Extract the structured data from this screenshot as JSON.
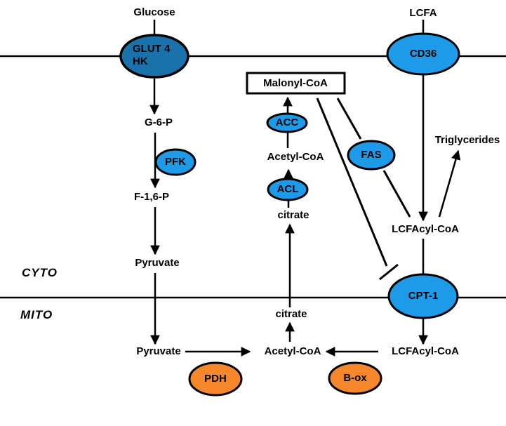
{
  "colors": {
    "blue": "#1E9BE8",
    "dark_blue": "#1A72AC",
    "orange": "#F6882B",
    "box_fill": "#FFFFFF"
  },
  "compartments": {
    "cyto": "CYTO",
    "mito": "MITO"
  },
  "metabolites": {
    "glucose": "Glucose",
    "lcfa": "LCFA",
    "g6p": "G-6-P",
    "f16p": "F-1,6-P",
    "pyruvate_cyto": "Pyruvate",
    "malonyl_coa": "Malonyl-CoA",
    "acetyl_coa_cyto": "Acetyl-CoA",
    "citrate_cyto": "citrate",
    "triglycerides": "Triglycerides",
    "lcfacyl_coa_cyto": "LCFAcyl-CoA",
    "citrate_mito": "citrate",
    "pyruvate_mito": "Pyruvate",
    "acetyl_coa_mito": "Acetyl-CoA",
    "lcfacyl_coa_mito": "LCFAcyl-CoA"
  },
  "enzymes": {
    "glut4_line1": "GLUT 4",
    "glut4_line2": "HK",
    "cd36": "CD36",
    "pfk": "PFK",
    "acc": "ACC",
    "acl": "ACL",
    "fas": "FAS",
    "cpt1": "CPT-1",
    "pdh": "PDH",
    "beta_ox": "B-ox"
  }
}
